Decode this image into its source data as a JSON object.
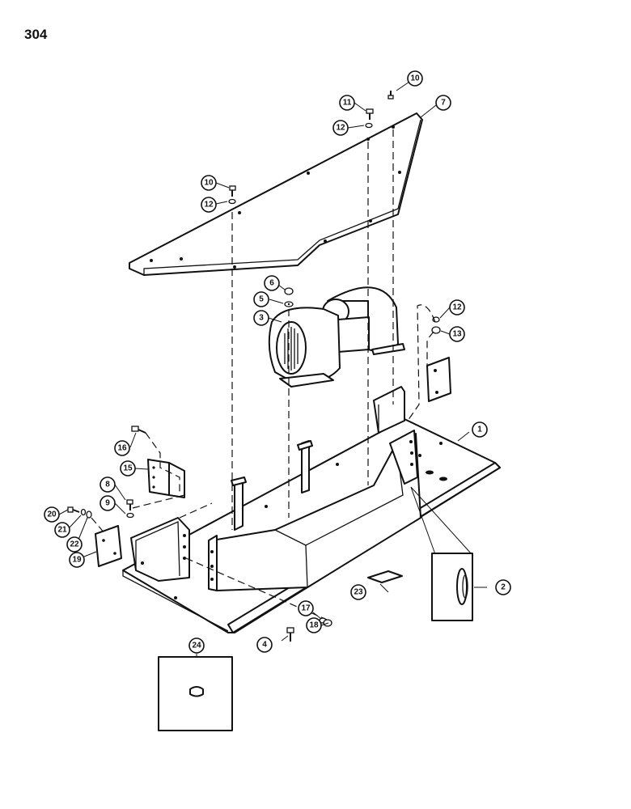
{
  "page": {
    "number": "304"
  },
  "callouts": [
    {
      "id": "c1",
      "label": "1"
    },
    {
      "id": "c2",
      "label": "2"
    },
    {
      "id": "c3",
      "label": "3"
    },
    {
      "id": "c4",
      "label": "4"
    },
    {
      "id": "c5",
      "label": "5"
    },
    {
      "id": "c6",
      "label": "6"
    },
    {
      "id": "c7",
      "label": "7"
    },
    {
      "id": "c8",
      "label": "8"
    },
    {
      "id": "c9",
      "label": "9"
    },
    {
      "id": "c10a",
      "label": "10"
    },
    {
      "id": "c10b",
      "label": "10"
    },
    {
      "id": "c11",
      "label": "11"
    },
    {
      "id": "c12a",
      "label": "12"
    },
    {
      "id": "c12b",
      "label": "12"
    },
    {
      "id": "c12c",
      "label": "12"
    },
    {
      "id": "c13",
      "label": "13"
    },
    {
      "id": "c15",
      "label": "15"
    },
    {
      "id": "c16",
      "label": "16"
    },
    {
      "id": "c17",
      "label": "17"
    },
    {
      "id": "c18",
      "label": "18"
    },
    {
      "id": "c19",
      "label": "19"
    },
    {
      "id": "c20",
      "label": "20"
    },
    {
      "id": "c21",
      "label": "21"
    },
    {
      "id": "c22",
      "label": "22"
    },
    {
      "id": "c23",
      "label": "23"
    },
    {
      "id": "c24",
      "label": "24"
    }
  ]
}
